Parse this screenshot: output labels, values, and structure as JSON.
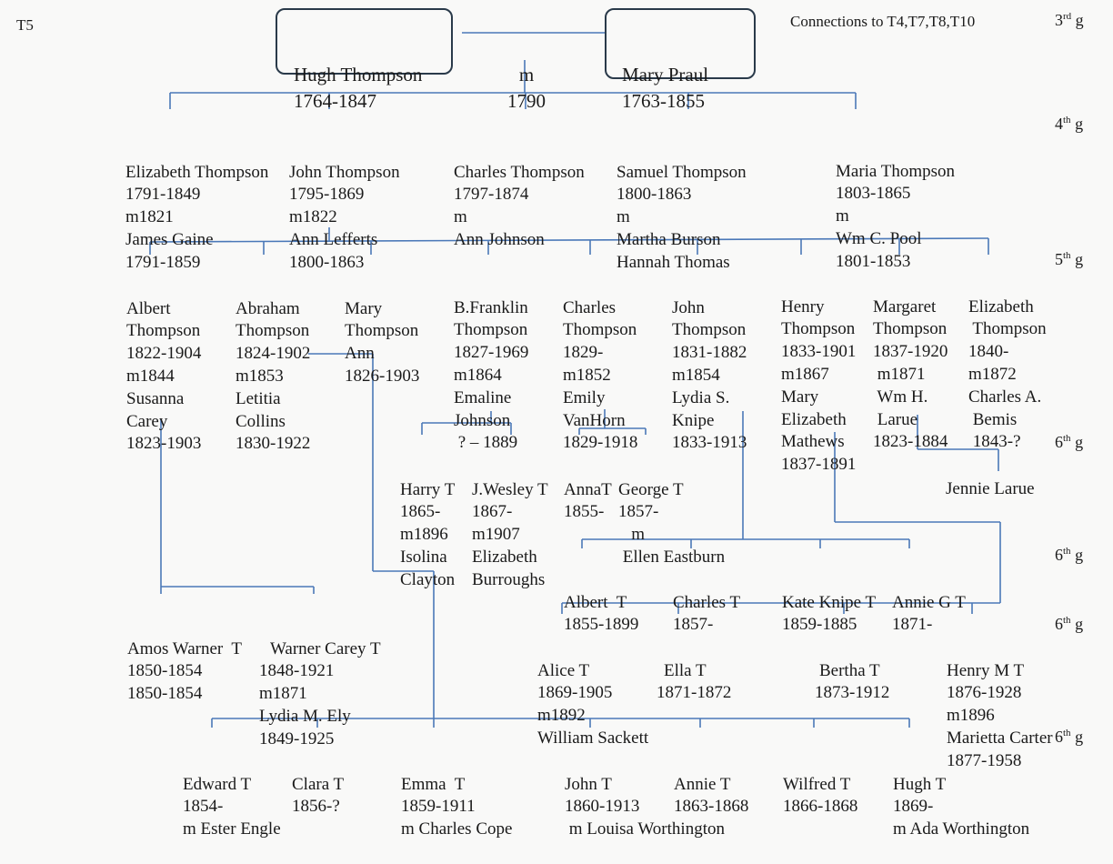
{
  "page_tag": "T5",
  "connections_note": "Connections to T4,T7,T8,T10",
  "generations": [
    {
      "num": "3",
      "suffix": "rd",
      "letter": "g"
    },
    {
      "num": "4",
      "suffix": "th",
      "letter": "g"
    },
    {
      "num": "5",
      "suffix": "th",
      "letter": "g"
    },
    {
      "num": "6",
      "suffix": "th",
      "letter": "g"
    },
    {
      "num": "6",
      "suffix": "th",
      "letter": "g"
    },
    {
      "num": "6",
      "suffix": "th",
      "letter": "g"
    },
    {
      "num": "6",
      "suffix": "th",
      "letter": "g"
    }
  ],
  "couple": {
    "husband": [
      "Hugh Thompson",
      "1764-1847"
    ],
    "marriage": [
      "m",
      "1790"
    ],
    "wife": [
      "Mary Praul",
      "1763-1855"
    ]
  },
  "gen4": [
    [
      "Elizabeth Thompson",
      "1791-1849",
      "m1821",
      "James Gaine",
      "1791-1859"
    ],
    [
      "John Thompson",
      "1795-1869",
      "m1822",
      "Ann Lefferts",
      "1800-1863"
    ],
    [
      "Charles Thompson",
      "1797-1874",
      "m",
      "Ann Johnson"
    ],
    [
      "Samuel Thompson",
      "1800-1863",
      "m",
      "Martha Burson",
      "Hannah Thomas"
    ],
    [
      "Maria Thompson",
      "1803-1865",
      "m",
      "Wm C. Pool",
      "1801-1853"
    ]
  ],
  "gen5": [
    [
      "Albert",
      "Thompson",
      "1822-1904",
      "m1844",
      "Susanna",
      "Carey",
      "1823-1903"
    ],
    [
      "Abraham",
      "Thompson",
      "1824-1902",
      "m1853",
      "Letitia",
      "Collins",
      "1830-1922"
    ],
    [
      "Mary",
      "Thompson",
      "Ann",
      "1826-1903"
    ],
    [
      "B.Franklin",
      "Thompson",
      "1827-1969",
      "m1864",
      "Emaline",
      "Johnson",
      " ? – 1889"
    ],
    [
      "Charles",
      "Thompson",
      "1829-",
      "m1852",
      "Emily",
      "VanHorn",
      "1829-1918"
    ],
    [
      "John",
      "Thompson",
      "1831-1882",
      "m1854",
      "Lydia S.",
      "Knipe",
      "1833-1913"
    ],
    [
      "Henry",
      "Thompson",
      "1833-1901",
      "m1867",
      "Mary",
      "Elizabeth",
      "Mathews",
      "1837-1891"
    ],
    [
      "Margaret",
      "Thompson",
      "1837-1920",
      " m1871",
      " Wm H.",
      " Larue",
      "1823-1884"
    ],
    [
      "Elizabeth",
      " Thompson",
      "1840-",
      "m1872",
      "Charles A.",
      " Bemis",
      " 1843-?"
    ]
  ],
  "franklin_children": [
    [
      "Harry T",
      "1865-",
      "m1896",
      "Isolina",
      "Clayton"
    ],
    [
      "J.Wesley T",
      "1867-",
      "m1907",
      "Elizabeth",
      "Burroughs"
    ]
  ],
  "charles_children": [
    [
      "AnnaT",
      "1855-"
    ],
    [
      "George T",
      "1857-",
      "   m",
      " Ellen Eastburn"
    ]
  ],
  "margaret_child": "Jennie Larue",
  "john_children": [
    [
      "Albert  T",
      "1855-1899"
    ],
    [
      "Charles T",
      "1857-"
    ],
    [
      "Kate Knipe T",
      "1859-1885"
    ],
    [
      "Annie G T",
      "1871-"
    ]
  ],
  "henry_children": [
    [
      "Alice T",
      "1869-1905",
      "m1892",
      "William Sackett"
    ],
    [
      "Ella T",
      "1871-1872"
    ],
    [
      "Bertha T",
      "1873-1912"
    ],
    [
      "Henry M T",
      "1876-1928",
      "m1896",
      "Marietta Carter",
      "1877-1958"
    ]
  ],
  "albert_children": [
    [
      "Amos Warner  T",
      "1850-1854",
      "1850-1854"
    ],
    [
      "Warner Carey T",
      "1848-1921",
      "m1871",
      "Lydia M. Ely",
      "1849-1925"
    ]
  ],
  "abraham_children": [
    [
      "Edward T",
      "1854-",
      "m Ester Engle"
    ],
    [
      "Clara T",
      "1856-?"
    ],
    [
      "Emma  T",
      "1859-1911",
      "m Charles Cope"
    ],
    [
      "John T",
      "1860-1913",
      " m Louisa Worthington"
    ],
    [
      "Annie T",
      "1863-1868"
    ],
    [
      "Wilfred T",
      "1866-1868"
    ],
    [
      "Hugh T",
      "1869-",
      "m Ada Worthington"
    ]
  ]
}
